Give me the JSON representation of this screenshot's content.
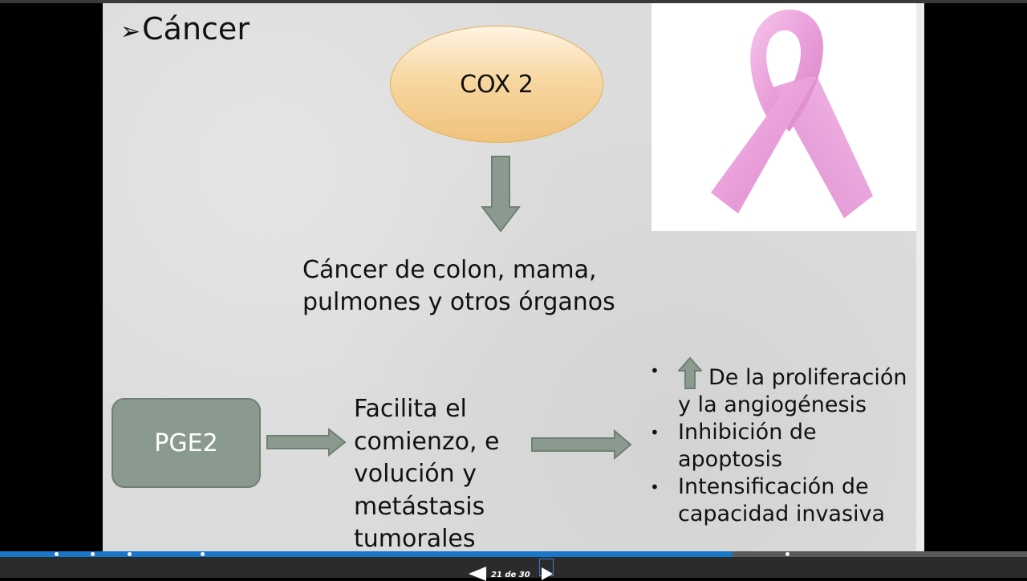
{
  "slide": {
    "title": "Cáncer",
    "title_bullet": "➢",
    "cox_label": "COX 2",
    "cancer_text": "Cáncer de colon, mama, pulmones y otros órganos",
    "pge2_label": "PGE2",
    "facilita_text": "Facilita el comienzo, e volución y metástasis tumorales",
    "effects": [
      "De la proliferación y la angiogénesis",
      "Inhibición de apoptosis",
      "Intensificación de capacidad invasiva"
    ],
    "bullet_char": "•",
    "colors": {
      "ellipse_fill": "#f8d7a2",
      "ellipse_border": "#e2b357",
      "box_fill": "#8a9a8e",
      "arrow_fill": "#8a9a8e",
      "ribbon_pink": "#e99ed9"
    }
  },
  "player": {
    "page_counter": "21 de 30",
    "progress_percent": 71.3,
    "progress_color": "#1877c9",
    "prev_icon": "triangle-left-icon",
    "next_icon": "triangle-right-icon"
  }
}
